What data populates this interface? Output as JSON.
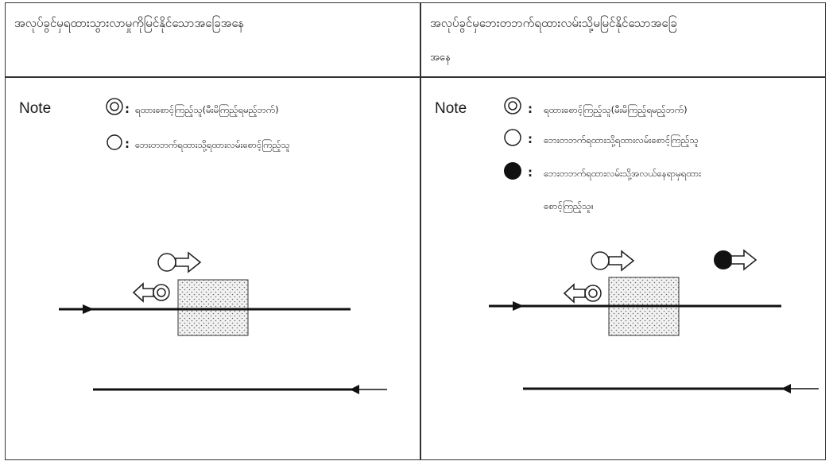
{
  "left": {
    "header": "အလုပ်ခွင်မှရထားသွားလာမှုကိုမြင်နိုင်သောအခြေအနေ",
    "note_label": "Note",
    "legend": [
      {
        "symbol": "double-circle",
        "text": "ရထားစောင့်ကြည့်သူ(မီးမိကြည့်ရမည့်ဘက်)"
      },
      {
        "symbol": "open-circle",
        "text": "ဘေးတဘက်ရထားသို့ရထားလမ်းစောင့်ကြည့်သူ"
      }
    ],
    "legend_colon": ":"
  },
  "right": {
    "header_line1": "အလုပ်ခွင်မှဘေးတဘက်ရထားလမ်းသို့မမြင်နိုင်သောအခြေ",
    "header_line2": "အနေ",
    "note_label": "Note",
    "legend": [
      {
        "symbol": "double-circle",
        "text": "ရထားစောင့်ကြည့်သူ(မီးမိကြည့်ရမည့်ဘက်)"
      },
      {
        "symbol": "open-circle",
        "text": "ဘေးတဘက်ရထားသို့ရထားလမ်းစောင့်ကြည့်သူ"
      },
      {
        "symbol": "filled-circle",
        "text": "ဘေးတဘက်ရထားလမ်းသို့အလယ်နေရာမှရထား",
        "text_line2": "စောင့်ကြည့်သူ။"
      }
    ],
    "legend_colon": ":"
  }
}
